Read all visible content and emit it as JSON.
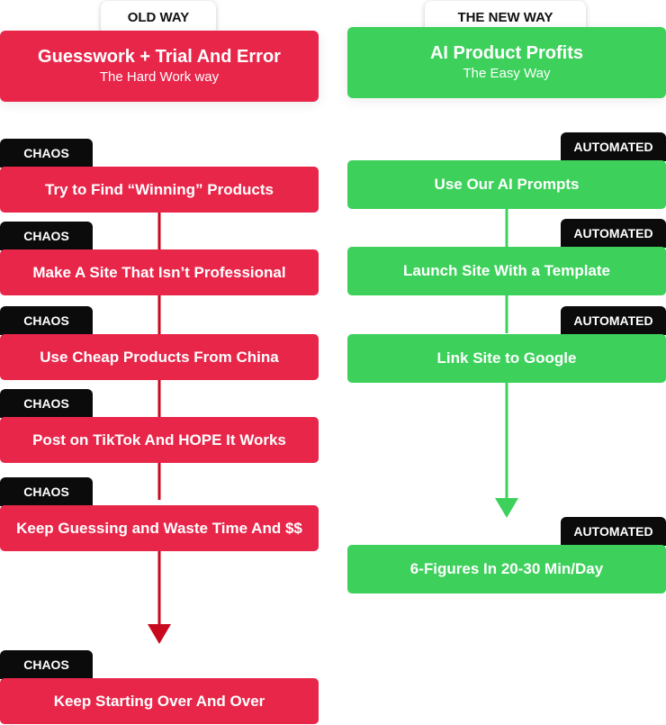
{
  "old_way": {
    "tab": "OLD WAY",
    "title": "Guesswork + Trial And Error",
    "subtitle": "The Hard Work way",
    "tag": "CHAOS",
    "steps": [
      "Try to Find “Winning” Products",
      "Make A Site That Isn’t Professional",
      "Use Cheap Products From China",
      "Post on TikTok And  HOPE It Works",
      "Keep Guessing and Waste Time And $$",
      "Keep Starting Over And Over"
    ]
  },
  "new_way": {
    "tab": "THE NEW WAY",
    "title": "AI Product Profits",
    "subtitle": "The Easy Way",
    "tag": "AUTOMATED",
    "steps": [
      "Use Our AI Prompts",
      "Launch Site With a Template",
      "Link Site to Google",
      "6-Figures In 20-30 Min/Day"
    ]
  },
  "colors": {
    "red": "#e8264a",
    "green": "#3dd15c",
    "dark_red": "#c80a1e",
    "black": "#0b0b0b"
  }
}
